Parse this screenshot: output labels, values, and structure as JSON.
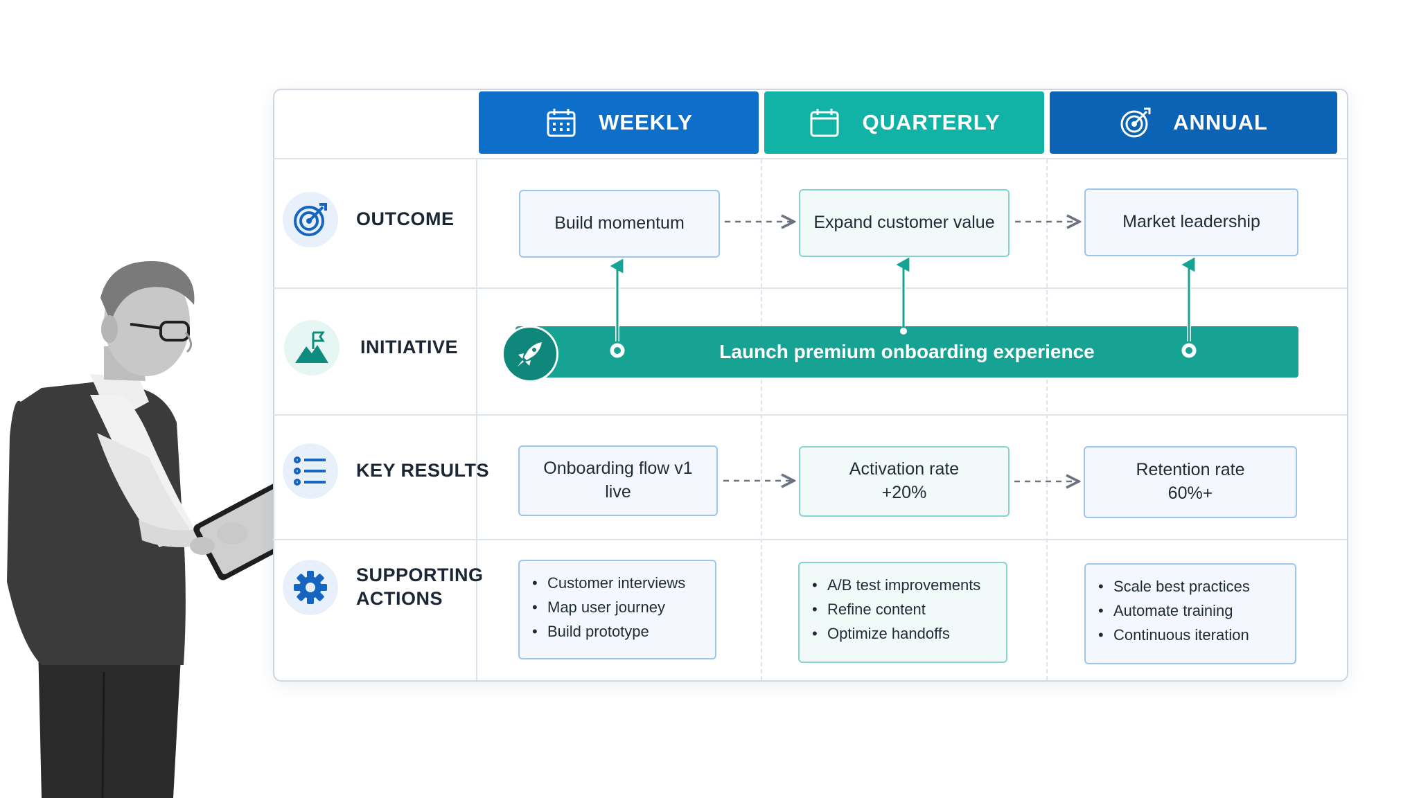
{
  "columns": [
    {
      "label": "WEEKLY",
      "icon": "calendar-icon",
      "color": "#0d6fc9"
    },
    {
      "label": "QUARTERLY",
      "icon": "calendar-icon",
      "color": "#10b3a6"
    },
    {
      "label": "ANNUAL",
      "icon": "target-icon",
      "color": "#0a63b4"
    }
  ],
  "rows": {
    "outcome": {
      "label": "OUTCOME",
      "icon": "target-icon"
    },
    "initiative": {
      "label": "INITIATIVE",
      "icon": "flag-mountain-icon"
    },
    "key_results": {
      "label": "KEY RESULTS",
      "icon": "list-icon"
    },
    "supporting": {
      "label_line1": "SUPPORTING",
      "label_line2": "ACTIONS",
      "icon": "gear-icon"
    }
  },
  "outcomes": [
    "Build momentum",
    "Expand customer value",
    "Market leadership"
  ],
  "initiative": {
    "label": "Launch premium onboarding experience",
    "icon": "rocket-icon",
    "color": "#17a394"
  },
  "key_results": [
    {
      "line1": "Onboarding flow v1",
      "line2": "live"
    },
    {
      "line1": "Activation rate",
      "line2": "+20%"
    },
    {
      "line1": "Retention rate",
      "line2": "60%+"
    }
  ],
  "actions": [
    [
      "Customer interviews",
      "Map user journey",
      "Build prototype"
    ],
    [
      "A/B test improvements",
      "Refine content",
      "Optimize handoffs"
    ],
    [
      "Scale best practices",
      "Automate training",
      "Continuous iteration"
    ]
  ]
}
